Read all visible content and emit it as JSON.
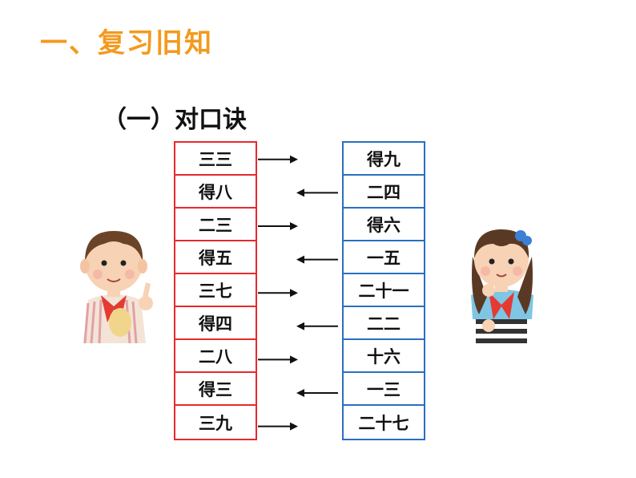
{
  "heading": "一、复习旧知",
  "subheading": "（一）对口诀",
  "left_items": [
    "三三",
    "得八",
    "二三",
    "得五",
    "三七",
    "得四",
    "二八",
    "得三",
    "三九"
  ],
  "right_items": [
    "得九",
    "二四",
    "得六",
    "一五",
    "二十一",
    "二二",
    "十六",
    "一三",
    "二十七"
  ],
  "arrow_directions": [
    "right",
    "left",
    "right",
    "left",
    "right",
    "left",
    "right",
    "left",
    "right"
  ],
  "colors": {
    "heading": "#f39a1e",
    "left_border": "#e8292d",
    "right_border": "#2a6fc1",
    "arrow": "#111111"
  }
}
